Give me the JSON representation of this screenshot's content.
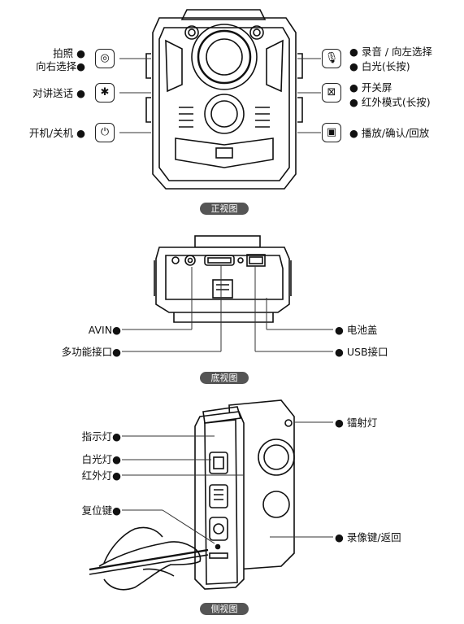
{
  "front": {
    "label_photo": "拍照 ●",
    "label_select_right": "向右选择●",
    "label_talk": "对讲送话 ●",
    "label_power": "开机/关机 ●",
    "label_record": "● 录音 / 向左选择",
    "label_white_light": "● 白光(长按)",
    "label_screen": "● 开关屏",
    "label_ir": "● 红外模式(长按)",
    "label_play": "● 播放/确认/回放",
    "title": "正视图"
  },
  "bottom": {
    "label_avin": "AVIN●",
    "label_multi": "多功能接口●",
    "label_battery": "● 电池盖",
    "label_usb": "● USB接口",
    "title": "底视图"
  },
  "side": {
    "label_indicator": "指示灯●",
    "label_white": "白光灯●",
    "label_ir": "红外灯●",
    "label_reset": "复位键●",
    "label_laser": "● 镭射灯",
    "label_record_back": "● 录像键/返回",
    "title": "侧视图"
  },
  "icons": {
    "camera": "camera-icon",
    "mic": "microphone-icon",
    "talk": "talk-icon",
    "screen": "screen-off-icon",
    "power": "power-icon",
    "play": "play-icon"
  }
}
